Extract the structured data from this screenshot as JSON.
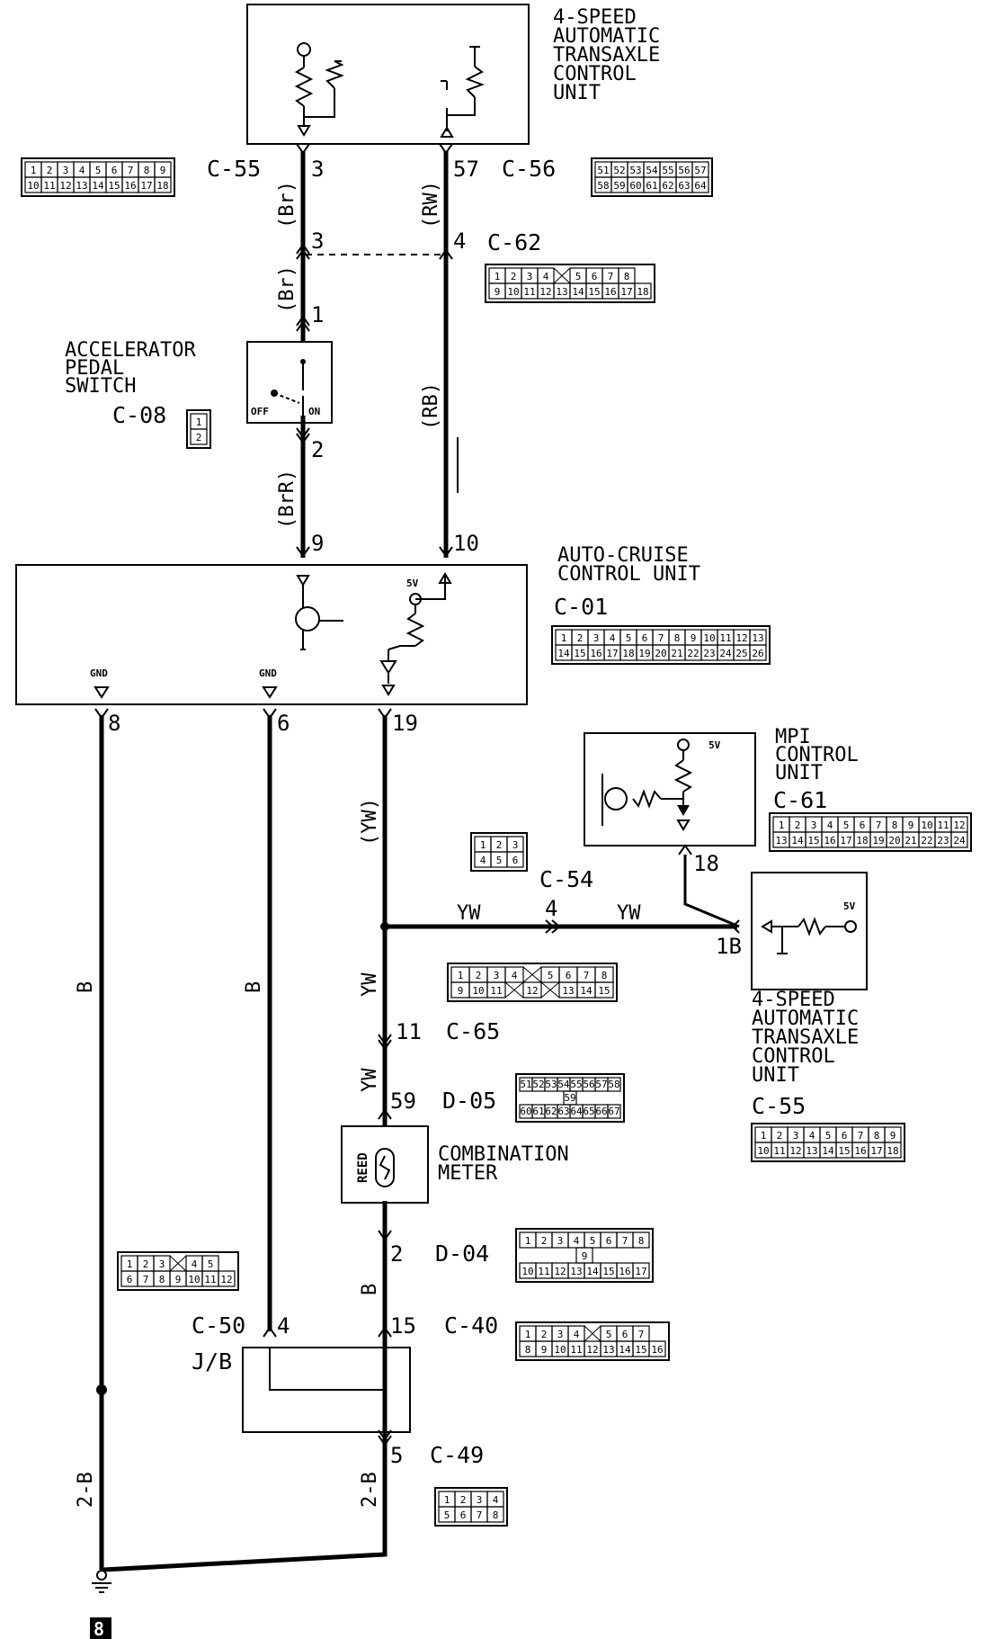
{
  "units": {
    "tcu_top": [
      "4-SPEED",
      "AUTOMATIC",
      "TRANSAXLE",
      "CONTROL",
      "UNIT"
    ],
    "accel_switch": [
      "ACCELERATOR",
      "PEDAL",
      "SWITCH"
    ],
    "auto_cruise": [
      "AUTO-CRUISE",
      "CONTROL UNIT"
    ],
    "mpi": [
      "MPI",
      "CONTROL",
      "UNIT"
    ],
    "tcu_right": [
      "4-SPEED",
      "AUTOMATIC",
      "TRANSAXLE",
      "CONTROL",
      "UNIT"
    ],
    "combination_meter": [
      "COMBINATION",
      "METER"
    ],
    "junction_block": "J/B",
    "reed": "REED",
    "switch_off": "OFF",
    "switch_on": "ON",
    "gnd": "GND",
    "five_v": "5V",
    "ground_number": "8"
  },
  "connectors": {
    "c55_top": "C-55",
    "c56": "C-56",
    "c62": "C-62",
    "c08": "C-08",
    "c01": "C-01",
    "c61": "C-61",
    "c54": "C-54",
    "c65": "C-65",
    "d05": "D-05",
    "c55_right": "C-55",
    "d04": "D-04",
    "c50": "C-50",
    "c40": "C-40",
    "c49": "C-49"
  },
  "pins": {
    "p3_top": "3",
    "p57": "57",
    "p3_c62": "3",
    "p4_c62": "4",
    "p1": "1",
    "p2": "2",
    "p9": "9",
    "p10": "10",
    "p8": "8",
    "p6": "6",
    "p19": "19",
    "p18": "18",
    "p4_c54": "4",
    "p1b": "1B",
    "p11": "11",
    "p59": "59",
    "p2_d04": "2",
    "p4_c50": "4",
    "p15": "15",
    "p5": "5"
  },
  "wires": {
    "br1": "(Br)",
    "br2": "(Br)",
    "rw": "(RW)",
    "rb": "(RB)",
    "brr": "(BrR)",
    "yw_paren": "(YW)",
    "yw_left": "YW",
    "yw_right": "YW",
    "yw_v1": "YW",
    "yw_v2": "YW",
    "b1": "B",
    "b2": "B",
    "b3": "B",
    "twob1": "2-B",
    "twob2": "2-B"
  },
  "connector_grids": {
    "g_c55_top": {
      "r1": [
        "1",
        "2",
        "3",
        "4",
        "5",
        "6",
        "7",
        "8",
        "9"
      ],
      "r2": [
        "10",
        "11",
        "12",
        "13",
        "14",
        "15",
        "16",
        "17",
        "18"
      ]
    },
    "g_c56": {
      "r1": [
        "51",
        "52",
        "53",
        "54",
        "55",
        "56",
        "57"
      ],
      "r2": [
        "58",
        "59",
        "60",
        "61",
        "62",
        "63",
        "64"
      ]
    },
    "g_c62": {
      "r1": [
        "1",
        "2",
        "3",
        "4",
        "",
        "5",
        "6",
        "7",
        "8"
      ],
      "r2": [
        "9",
        "10",
        "11",
        "12",
        "13",
        "14",
        "15",
        "16",
        "17",
        "18"
      ]
    },
    "g_c08": {
      "r1": [
        "1"
      ],
      "r2": [
        "2"
      ]
    },
    "g_c01": {
      "r1": [
        "1",
        "2",
        "3",
        "4",
        "5",
        "6",
        "7",
        "8",
        "9",
        "10",
        "11",
        "12",
        "13"
      ],
      "r2": [
        "14",
        "15",
        "16",
        "17",
        "18",
        "19",
        "20",
        "21",
        "22",
        "23",
        "24",
        "25",
        "26"
      ]
    },
    "g_c61": {
      "r1": [
        "1",
        "2",
        "3",
        "4",
        "5",
        "6",
        "7",
        "8",
        "9",
        "10",
        "11",
        "12"
      ],
      "r2": [
        "13",
        "14",
        "15",
        "16",
        "17",
        "18",
        "19",
        "20",
        "21",
        "22",
        "23",
        "24"
      ]
    },
    "g_c54": {
      "r1": [
        "1",
        "2",
        "3"
      ],
      "r2": [
        "4",
        "5",
        "6"
      ]
    },
    "g_c65": {
      "r1": [
        "1",
        "2",
        "3",
        "4",
        "",
        "5",
        "6",
        "7",
        "8"
      ],
      "r2": [
        "9",
        "10",
        "11",
        "",
        "12",
        "",
        "13",
        "14",
        "15"
      ]
    },
    "g_d05": {
      "r1": [
        "51",
        "52",
        "53",
        "54",
        "55",
        "56",
        "57",
        "58"
      ],
      "mid": "59",
      "r2": [
        "60",
        "61",
        "62",
        "63",
        "64",
        "65",
        "66",
        "67"
      ]
    },
    "g_c55_right": {
      "r1": [
        "1",
        "2",
        "3",
        "4",
        "5",
        "6",
        "7",
        "8",
        "9"
      ],
      "r2": [
        "10",
        "11",
        "12",
        "13",
        "14",
        "15",
        "16",
        "17",
        "18"
      ]
    },
    "g_d04": {
      "r1": [
        "1",
        "2",
        "3",
        "4",
        "5",
        "6",
        "7",
        "8"
      ],
      "mid": "9",
      "r2": [
        "10",
        "11",
        "12",
        "13",
        "14",
        "15",
        "16",
        "17"
      ]
    },
    "g_c50": {
      "r1": [
        "1",
        "2",
        "3",
        "",
        "4",
        "5"
      ],
      "r2": [
        "6",
        "7",
        "8",
        "9",
        "10",
        "11",
        "12"
      ]
    },
    "g_c40": {
      "r1": [
        "1",
        "2",
        "3",
        "4",
        "",
        "5",
        "6",
        "7"
      ],
      "r2": [
        "8",
        "9",
        "10",
        "11",
        "12",
        "13",
        "14",
        "15",
        "16"
      ]
    },
    "g_c49": {
      "r1": [
        "1",
        "2",
        "3",
        "4"
      ],
      "r2": [
        "5",
        "6",
        "7",
        "8"
      ]
    }
  }
}
